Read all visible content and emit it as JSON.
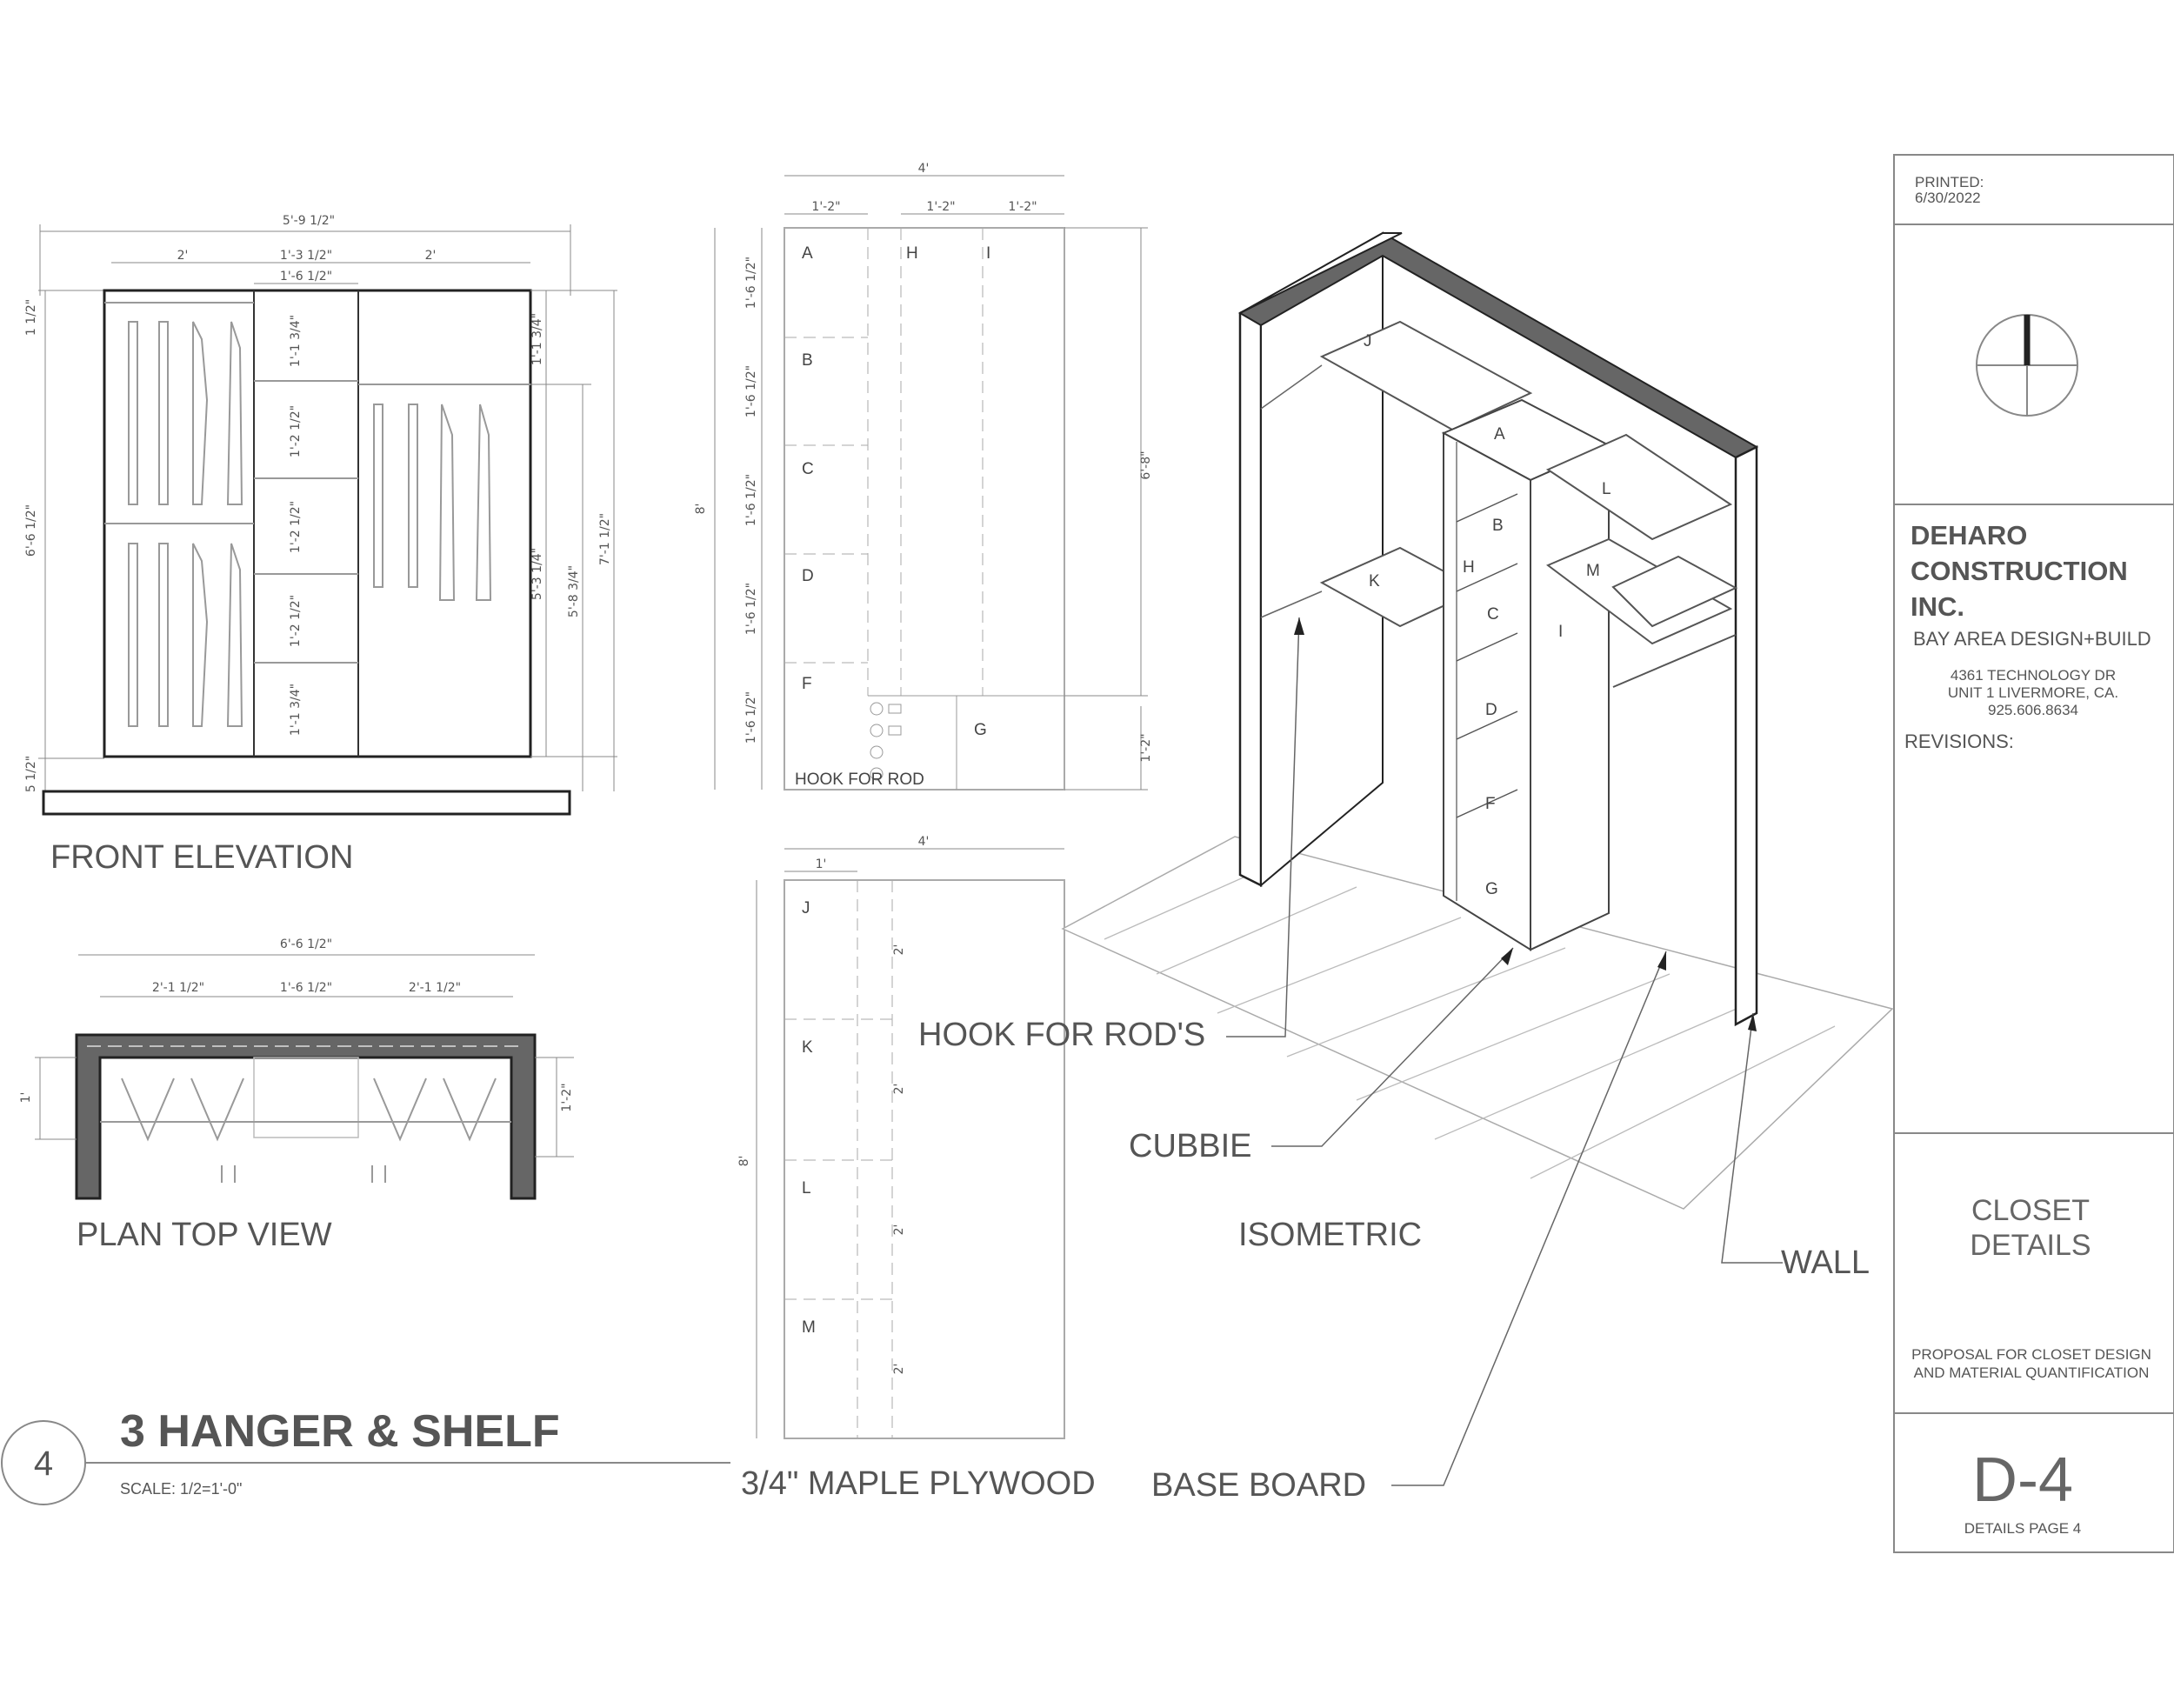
{
  "title_block": {
    "printed_label": "PRINTED:",
    "printed_date": "6/30/2022",
    "company_line1": "DEHARO",
    "company_line2": "CONSTRUCTION",
    "company_line3": "INC.",
    "tagline": "BAY AREA DESIGN+BUILD",
    "address1": "4361 TECHNOLOGY DR",
    "address2": "UNIT 1 LIVERMORE, CA.",
    "phone": "925.606.8634",
    "revisions_label": "REVISIONS:",
    "sheet_title1": "CLOSET",
    "sheet_title2": "DETAILS",
    "proposal1": "PROPOSAL FOR CLOSET DESIGN",
    "proposal2": "AND MATERIAL QUANTIFICATION",
    "sheet_number": "D-4",
    "sheet_desc": "DETAILS PAGE 4"
  },
  "drawing": {
    "detail_number": "4",
    "detail_title": "3 HANGER & SHELF",
    "scale": "SCALE: 1/2=1'-0\"",
    "front_elevation_label": "FRONT ELEVATION",
    "plan_top_view_label": "PLAN TOP VIEW",
    "isometric_label": "ISOMETRIC",
    "material_label": "3/4\" MAPLE PLYWOOD"
  },
  "callouts": {
    "hook_for_rods": "HOOK FOR ROD'S",
    "cubbie": "CUBBIE",
    "wall": "WALL",
    "base_board": "BASE BOARD",
    "hook_for_rod": "HOOK FOR ROD"
  },
  "front_elevation_dims": {
    "overall_width": "5'-9 1/2\"",
    "left_bay": "2'",
    "center_bay": "1'-3 1/2\"",
    "right_bay": "2'",
    "center_inner": "1'-6 1/2\"",
    "top_left": "1 1/2\"",
    "height_left": "6'-6 1/2\"",
    "bottom_left": "5 1/2\"",
    "shelf1": "1'-1 3/4\"",
    "shelf2": "1'-2 1/2\"",
    "shelf3": "1'-2 1/2\"",
    "shelf4": "1'-2 1/2\"",
    "shelf5": "1'-1 3/4\"",
    "right_top": "1'-1 3/4\"",
    "right_lower": "5'-3 1/4\"",
    "right_mid": "5'-8 3/4\"",
    "right_overall": "7'-1 1/2\""
  },
  "cut_sheet_1": {
    "width": "4'",
    "col1": "1'-2\"",
    "col2": "1'-2\"",
    "col3": "1'-2\"",
    "height": "8'",
    "right_height": "6'-8\"",
    "right_low": "1'-2\"",
    "row_dim": "1'-6 1/2\"",
    "parts": [
      "A",
      "H",
      "I",
      "B",
      "C",
      "D",
      "F",
      "G"
    ]
  },
  "cut_sheet_2": {
    "width": "4'",
    "col1": "1'",
    "height": "8'",
    "row_dim": "2'",
    "parts": [
      "J",
      "K",
      "L",
      "M"
    ]
  },
  "plan_dims": {
    "overall": "6'-6 1/2\"",
    "left": "2'-1 1/2\"",
    "center": "1'-6 1/2\"",
    "right": "2'-1 1/2\"",
    "depth_left": "1'",
    "depth_right": "1'-2\""
  },
  "iso_parts": [
    "J",
    "A",
    "L",
    "B",
    "H",
    "M",
    "K",
    "C",
    "I",
    "D",
    "F",
    "G"
  ]
}
